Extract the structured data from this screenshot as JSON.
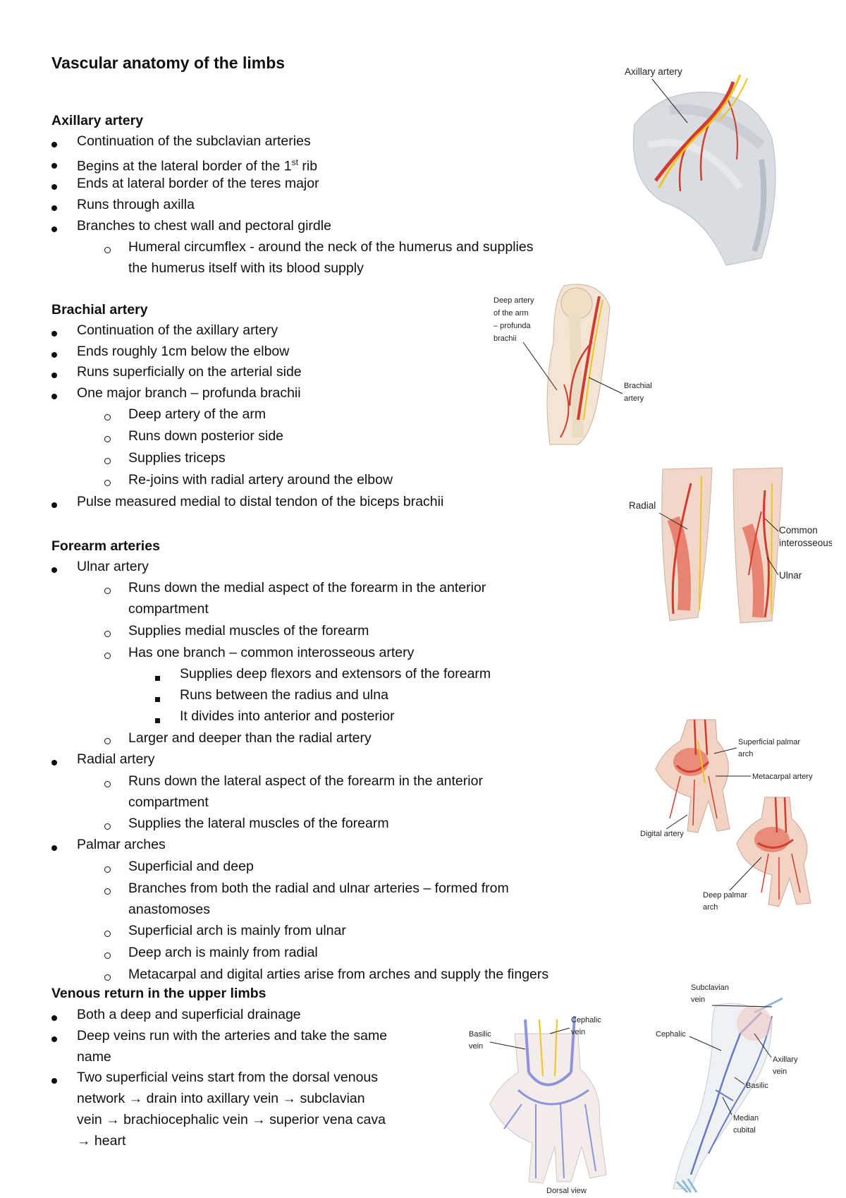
{
  "title": "Vascular anatomy of the limbs",
  "axillary": {
    "heading": "Axillary artery",
    "items": [
      "Continuation of the subclavian arteries",
      "Ends at lateral border of the teres major",
      "Runs through axilla",
      "Branches to chest wall and pectoral girdle"
    ],
    "item_rib_prefix": "Begins at the lateral border of the 1",
    "item_rib_sup": "st",
    "item_rib_suffix": " rib",
    "sub1_line1": "Humeral circumflex - around the neck of the humerus and supplies",
    "sub1_line2": "the humerus itself with its blood supply"
  },
  "brachial": {
    "heading": "Brachial artery",
    "items": [
      "Continuation of the axillary artery",
      "Ends roughly 1cm below the elbow",
      "Runs superficially on the arterial side",
      "One major branch – profunda brachii"
    ],
    "subs": [
      "Deep artery of the arm",
      "Runs down posterior side",
      "Supplies triceps",
      "Re-joins with radial artery around the elbow"
    ],
    "last": "Pulse measured medial to distal tendon of the biceps brachii"
  },
  "forearm": {
    "heading": "Forearm arteries",
    "ulnar": "Ulnar artery",
    "ulnar_sub1_l1": "Runs down the medial aspect of the forearm in the anterior",
    "ulnar_sub1_l2": "compartment",
    "ulnar_sub2": "Supplies medial muscles of the forearm",
    "ulnar_sub3": "Has one branch – common interosseous artery",
    "ulnar_subsub": [
      "Supplies deep flexors and extensors of the forearm",
      "Runs between the radius and ulna",
      "It divides into anterior and posterior"
    ],
    "ulnar_sub4": "Larger and deeper than the radial artery",
    "radial": "Radial artery",
    "radial_sub1_l1": "Runs down the lateral aspect of the forearm in the anterior",
    "radial_sub1_l2": "compartment",
    "radial_sub2": "Supplies the lateral muscles of the forearm",
    "palmar": "Palmar arches",
    "palmar_sub1": "Superficial and deep",
    "palmar_sub2_l1": "Branches from both the radial and ulnar arteries – formed from",
    "palmar_sub2_l2": "anastomoses",
    "palmar_sub3": "Superficial arch is mainly from ulnar",
    "palmar_sub4": "Deep arch is mainly from radial",
    "palmar_sub5": "Metacarpal and digital arties arise from arches and supply the fingers"
  },
  "venous": {
    "heading": "Venous return in the upper limbs",
    "item1": "Both a deep and superficial drainage",
    "item2_l1": "Deep veins run with the arteries and take the same",
    "item2_l2": "name",
    "item3_l1": "Two superficial veins start from the dorsal venous",
    "item3_l2_a": "network",
    "item3_l2_b": " drain into axillary vein ",
    "item3_l2_c": " subclavian",
    "item3_l3_a": "vein ",
    "item3_l3_b": " brachiocephalic vein ",
    "item3_l3_c": " superior vena cava",
    "item3_l4": " heart",
    "arrow": "→"
  },
  "figures": {
    "axillary_label": "Axillary artery",
    "brachial_deep_l1": "Deep artery",
    "brachial_deep_l2": "of the arm",
    "brachial_deep_l3": "– profunda",
    "brachial_deep_l4": "brachii",
    "brachial_l1": "Brachial",
    "brachial_l2": "artery",
    "forearm_radial": "Radial",
    "forearm_common_l1": "Common",
    "forearm_common_l2": "interosseous",
    "forearm_ulnar": "Ulnar",
    "hand_sup_l1": "Superficial palmar",
    "hand_sup_l2": "arch",
    "hand_meta": "Metacarpal artery",
    "hand_digital": "Digital artery",
    "hand_deep_l1": "Deep palmar",
    "hand_deep_l2": "arch",
    "vein_basilic_l1": "Basilic",
    "vein_basilic_l2": "vein",
    "vein_cephalic_l1": "Cephalic",
    "vein_cephalic_l2": "vein",
    "vein_dorsal": "Dorsal view",
    "arm_subclavian_l1": "Subclavian",
    "arm_subclavian_l2": "vein",
    "arm_cephalic": "Cephalic",
    "arm_axillary_l1": "Axillary",
    "arm_axillary_l2": "vein",
    "arm_basilic": "Basilic",
    "arm_median_l1": "Median",
    "arm_median_l2": "cubital"
  }
}
